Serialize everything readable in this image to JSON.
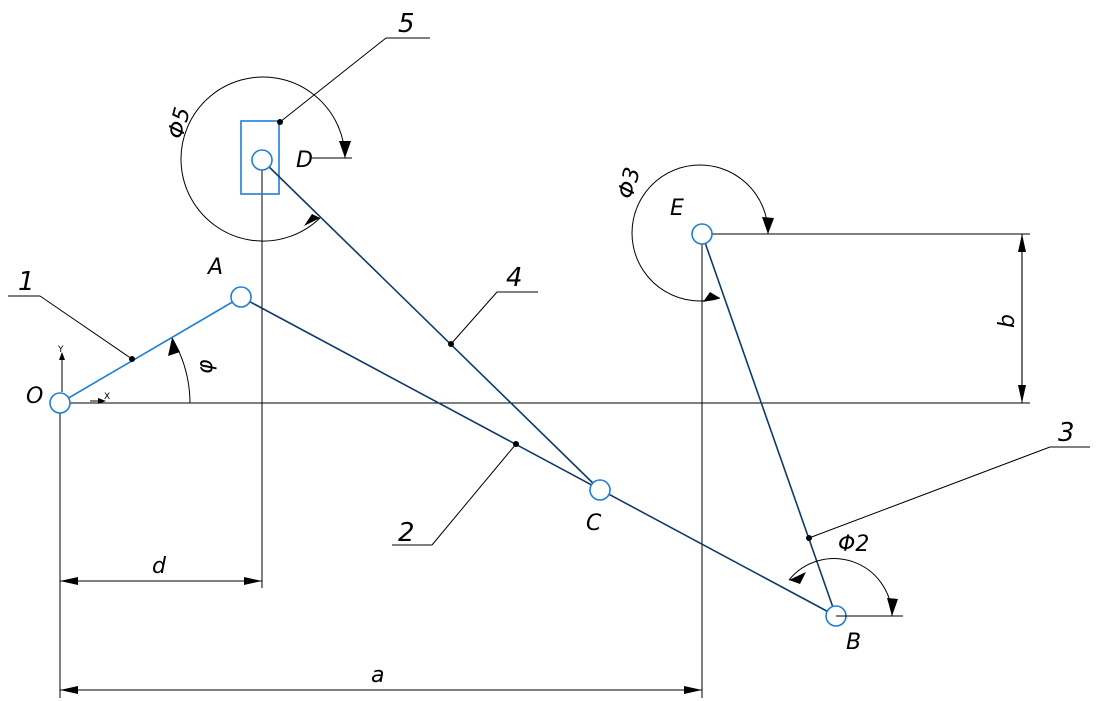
{
  "points": {
    "O": "O",
    "A": "A",
    "B": "B",
    "C": "C",
    "D": "D",
    "E": "E"
  },
  "link_numbers": {
    "link1": "1",
    "link2": "2",
    "link3": "3",
    "link4": "4",
    "link5": "5"
  },
  "angles": {
    "phi1": "φ",
    "phi2": "Φ2",
    "phi3": "Φ3",
    "phi5": "Φ5"
  },
  "dimensions": {
    "a": "a",
    "b": "b",
    "d": "d"
  },
  "axes": {
    "x": "X",
    "y": "Y"
  },
  "colors": {
    "link_dark": "#0f3a6b",
    "link_light": "#1f7fd6",
    "line": "#000000"
  }
}
